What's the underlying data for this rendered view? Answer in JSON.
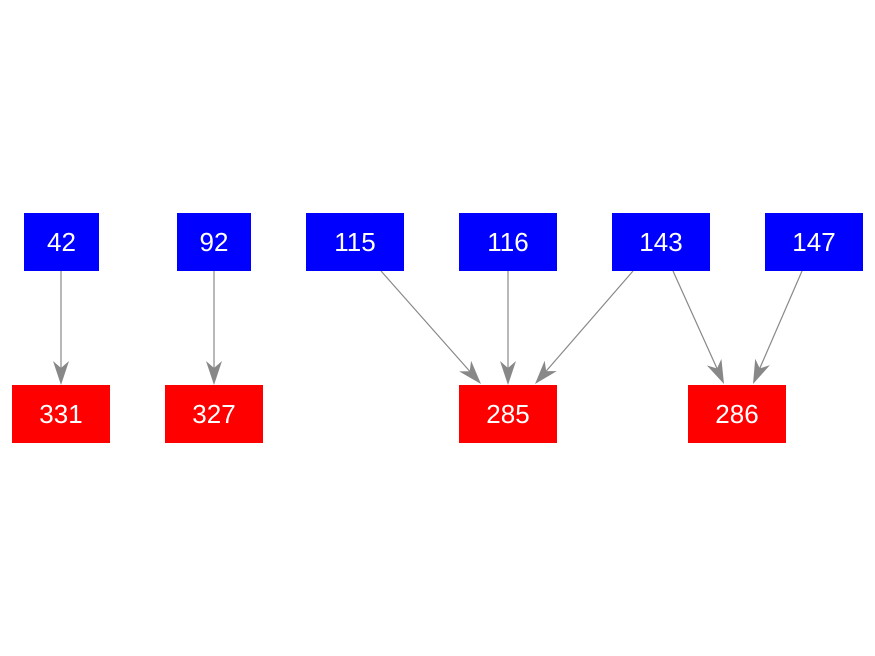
{
  "colors": {
    "source_fill": "#0000ff",
    "target_fill": "#ff0000",
    "edge": "#888888",
    "node_text": "#ffffff"
  },
  "nodes": {
    "n42": "42",
    "n92": "92",
    "n115": "115",
    "n116": "116",
    "n143": "143",
    "n147": "147",
    "n331": "331",
    "n327": "327",
    "n285": "285",
    "n286": "286"
  },
  "edges": [
    {
      "from": "42",
      "to": "331"
    },
    {
      "from": "92",
      "to": "327"
    },
    {
      "from": "115",
      "to": "285"
    },
    {
      "from": "116",
      "to": "285"
    },
    {
      "from": "143",
      "to": "285"
    },
    {
      "from": "143",
      "to": "286"
    },
    {
      "from": "147",
      "to": "286"
    }
  ]
}
